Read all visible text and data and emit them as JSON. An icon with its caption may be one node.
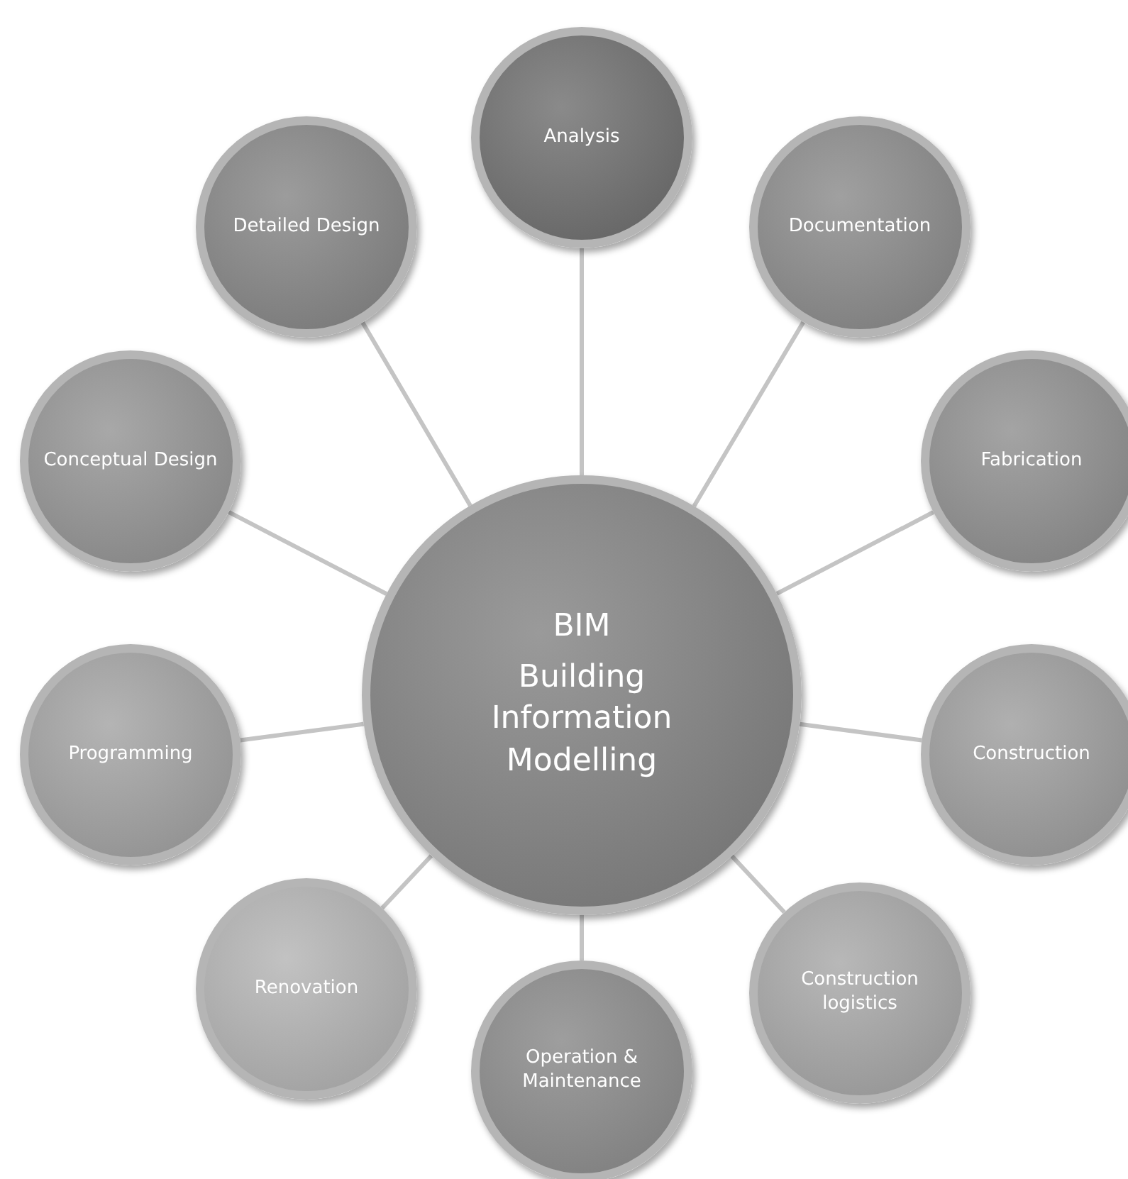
{
  "diagram": {
    "nodes": [
      {
        "text": [
          "BIM",
          "Building Information Modelling"
        ]
      },
      {
        "text": [
          "Analysis"
        ]
      },
      {
        "text": [
          "Documentation"
        ]
      },
      {
        "text": [
          "Fabrication"
        ]
      },
      {
        "text": [
          "Construction"
        ]
      },
      {
        "text": [
          "Construction logistics"
        ]
      },
      {
        "text": [
          "Operation & Maintenance"
        ]
      },
      {
        "text": [
          "Renovation"
        ]
      },
      {
        "text": [
          "Programming"
        ]
      },
      {
        "text": [
          "Conceptual Design"
        ]
      },
      {
        "text": [
          "Detailed Design"
        ]
      }
    ],
    "edges": [
      {
        "from": 0,
        "to": 1,
        "arrow": "none"
      },
      {
        "from": 0,
        "to": 2,
        "arrow": "none"
      },
      {
        "from": 0,
        "to": 3,
        "arrow": "none"
      },
      {
        "from": 0,
        "to": 4,
        "arrow": "none"
      },
      {
        "from": 0,
        "to": 5,
        "arrow": "none"
      },
      {
        "from": 0,
        "to": 6,
        "arrow": "none"
      },
      {
        "from": 0,
        "to": 7,
        "arrow": "none"
      },
      {
        "from": 0,
        "to": 8,
        "arrow": "none"
      },
      {
        "from": 0,
        "to": 9,
        "arrow": "none"
      },
      {
        "from": 0,
        "to": 10,
        "arrow": "none"
      }
    ]
  }
}
